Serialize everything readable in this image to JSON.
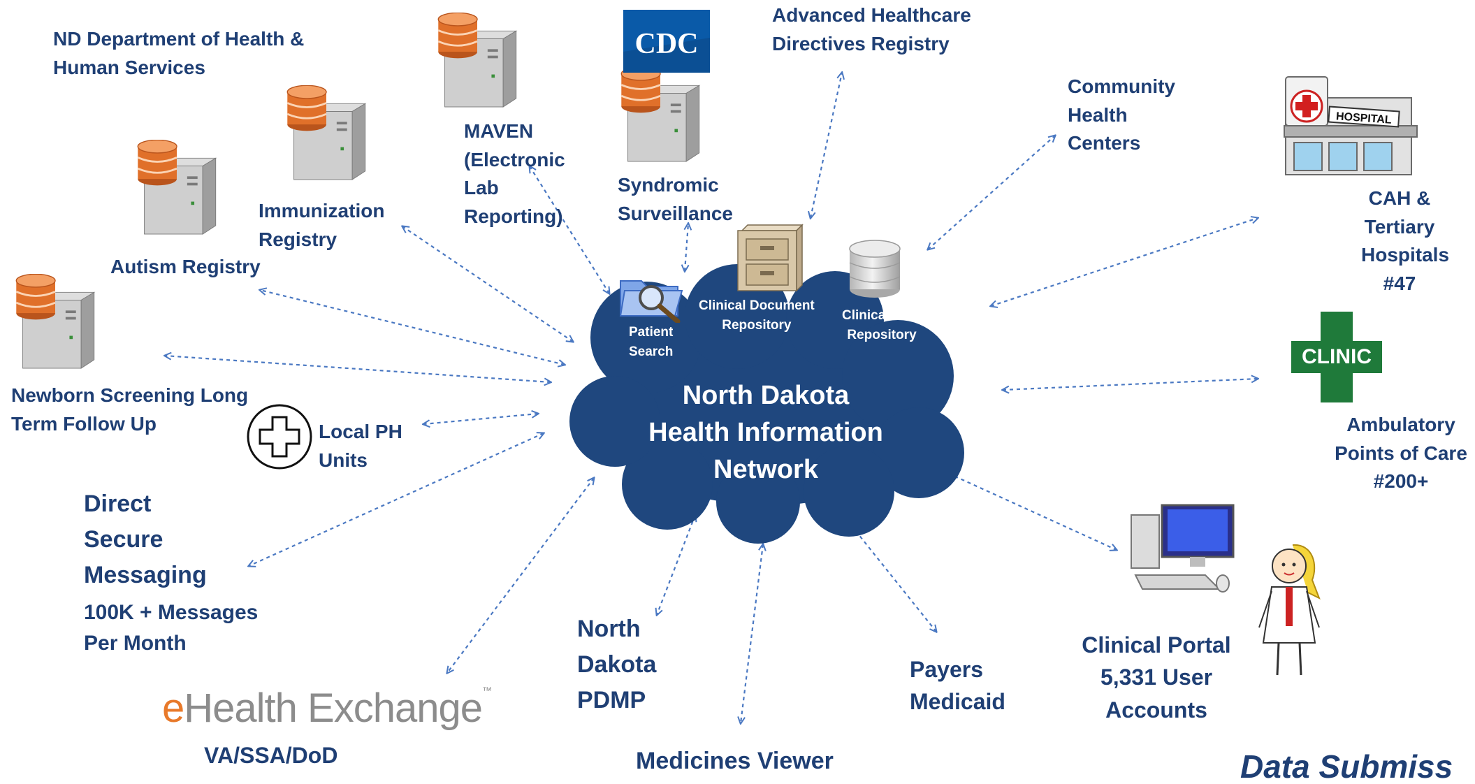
{
  "hub": {
    "title_lines": [
      "North Dakota",
      "Health Information",
      "Network"
    ],
    "components": {
      "patient_search_lines": [
        "Patient",
        "Search"
      ],
      "clinical_document_repository_lines": [
        "Clinical Document",
        "Repository"
      ],
      "clinical_data_repository_lines": [
        "Clinical Data",
        "Repository"
      ]
    }
  },
  "nodes": {
    "nd_dhhs": [
      "ND Department of Health &",
      "Human Services"
    ],
    "maven": [
      "MAVEN",
      "(Electronic",
      "Lab",
      "Reporting)"
    ],
    "cdc_logo_text": "CDC",
    "syndromic": [
      "Syndromic",
      "Surveillance"
    ],
    "advanced_directives": [
      "Advanced Healthcare",
      "Directives Registry"
    ],
    "community_health": [
      "Community",
      "Health",
      "Centers"
    ],
    "hospital_sign": "HOSPITAL",
    "cah_hospitals": [
      "CAH &",
      "Tertiary",
      "Hospitals",
      "#47"
    ],
    "clinic_sign": "CLINIC",
    "ambulatory": [
      "Ambulatory",
      "Points of Care",
      "#200+"
    ],
    "immunization": [
      "Immunization",
      "Registry"
    ],
    "autism": [
      "Autism Registry"
    ],
    "newborn": [
      "Newborn Screening Long",
      "Term Follow Up"
    ],
    "local_ph": [
      "Local PH",
      "Units"
    ],
    "direct_secure": [
      "Direct",
      "Secure",
      "Messaging"
    ],
    "direct_secure_count": [
      "100K + Messages",
      "Per Month"
    ],
    "ehealth_exchange_logo": {
      "prefix": "e",
      "rest": "Health Exchange"
    },
    "va_ssa_dod": [
      "VA/SSA/DoD"
    ],
    "nd_pdmp": [
      "North",
      "Dakota",
      "PDMP"
    ],
    "medicines_viewer": [
      "Medicines Viewer"
    ],
    "payers": [
      "Payers",
      "Medicaid"
    ],
    "clinical_portal": [
      "Clinical Portal",
      "5,331 User",
      "Accounts"
    ]
  },
  "footer": {
    "data_submission": "Data Submiss"
  },
  "colors": {
    "label_blue": "#1f3f74",
    "cloud_fill": "#1f477e",
    "arrow_blue": "#4a78c2",
    "server_orange": "#e0702a",
    "cdc_blue": "#0a5aa8",
    "clinic_green": "#1f7a3a"
  },
  "icons": [
    "server-icon",
    "cdc-logo",
    "hospital-icon",
    "clinic-icon",
    "first-aid-cross-icon",
    "computer-icon",
    "doctor-icon",
    "search-folder-icon",
    "file-cabinet-icon",
    "database-icon"
  ]
}
